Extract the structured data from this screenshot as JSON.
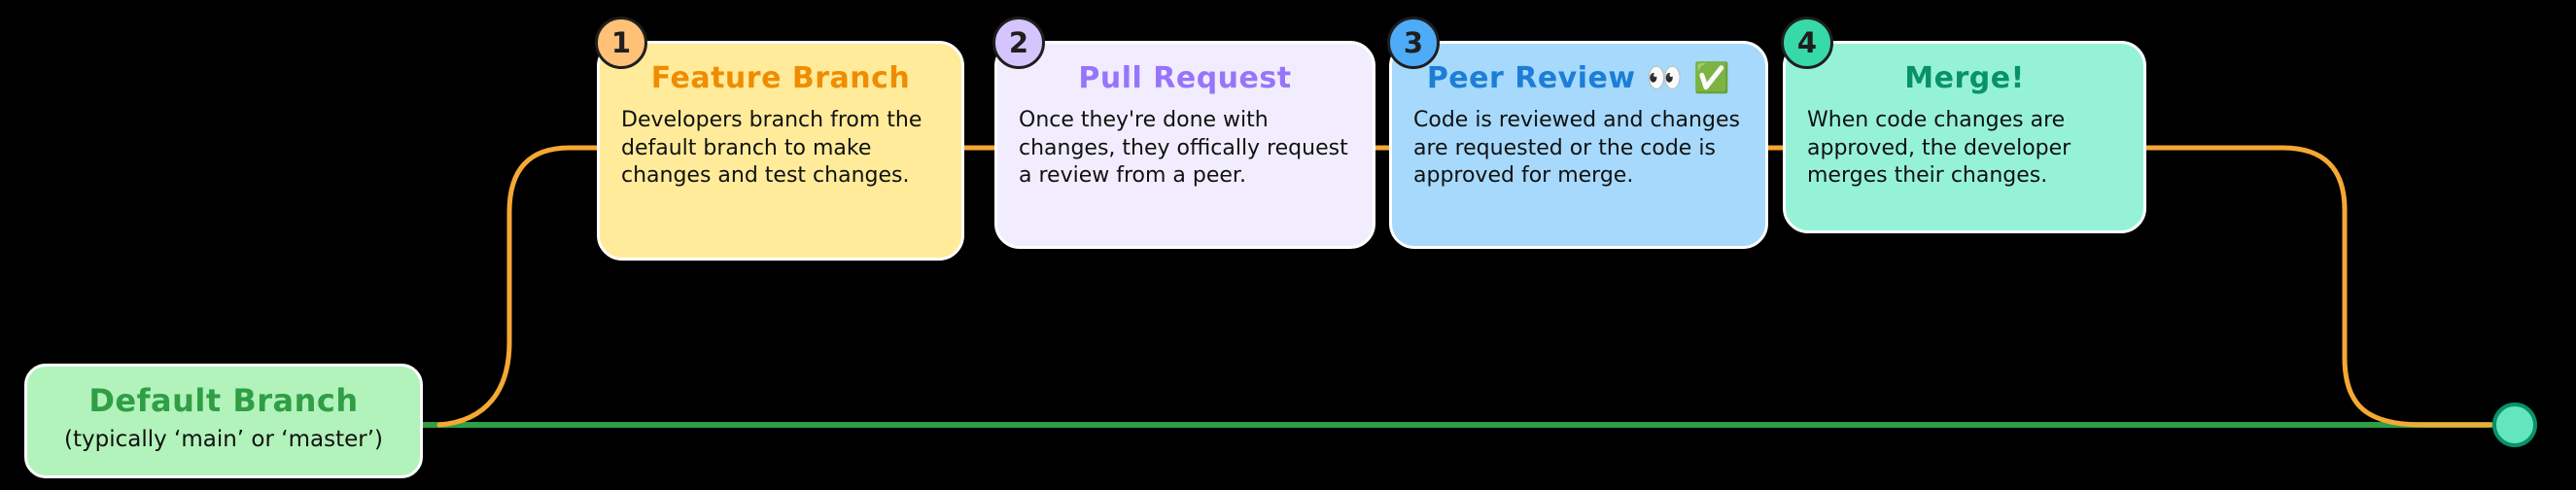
{
  "default_branch": {
    "title": "Default Branch",
    "subtitle": "(typically ‘main’ or ‘master’)"
  },
  "steps": [
    {
      "number": "1",
      "title": "Feature Branch",
      "body": "Developers branch from the default branch to make changes and test changes."
    },
    {
      "number": "2",
      "title": "Pull Request",
      "body": "Once they're done with changes, they offically request a review from a peer."
    },
    {
      "number": "3",
      "title": "Peer Review 👀 ✅",
      "body": "Code is reviewed and changes are requested or the code is approved for merge."
    },
    {
      "number": "4",
      "title": "Merge!",
      "body": "When code changes are approved, the developer merges their changes."
    }
  ],
  "colors": {
    "background": "#000000",
    "default_branch_line": "#2f9e44",
    "feature_branch_line": "#f5a833",
    "merge_commit_fill": "#63e6be",
    "merge_commit_stroke": "#099268",
    "box_border": "#ffffff",
    "step1_fill": "#ffeb99",
    "step1_badge": "#ffc078",
    "step1_title": "#f08c00",
    "step2_fill": "#f1edfe",
    "step2_badge": "#d5c5ff",
    "step2_title": "#9775fa",
    "step3_fill": "#a6d9fc",
    "step3_badge": "#4dabf7",
    "step3_title": "#1c7ed6",
    "step4_fill": "#96f2d7",
    "step4_badge": "#38d9a9",
    "step4_title": "#099268",
    "default_branch_fill": "#b2f2bb",
    "default_branch_title": "#2f9e44"
  }
}
